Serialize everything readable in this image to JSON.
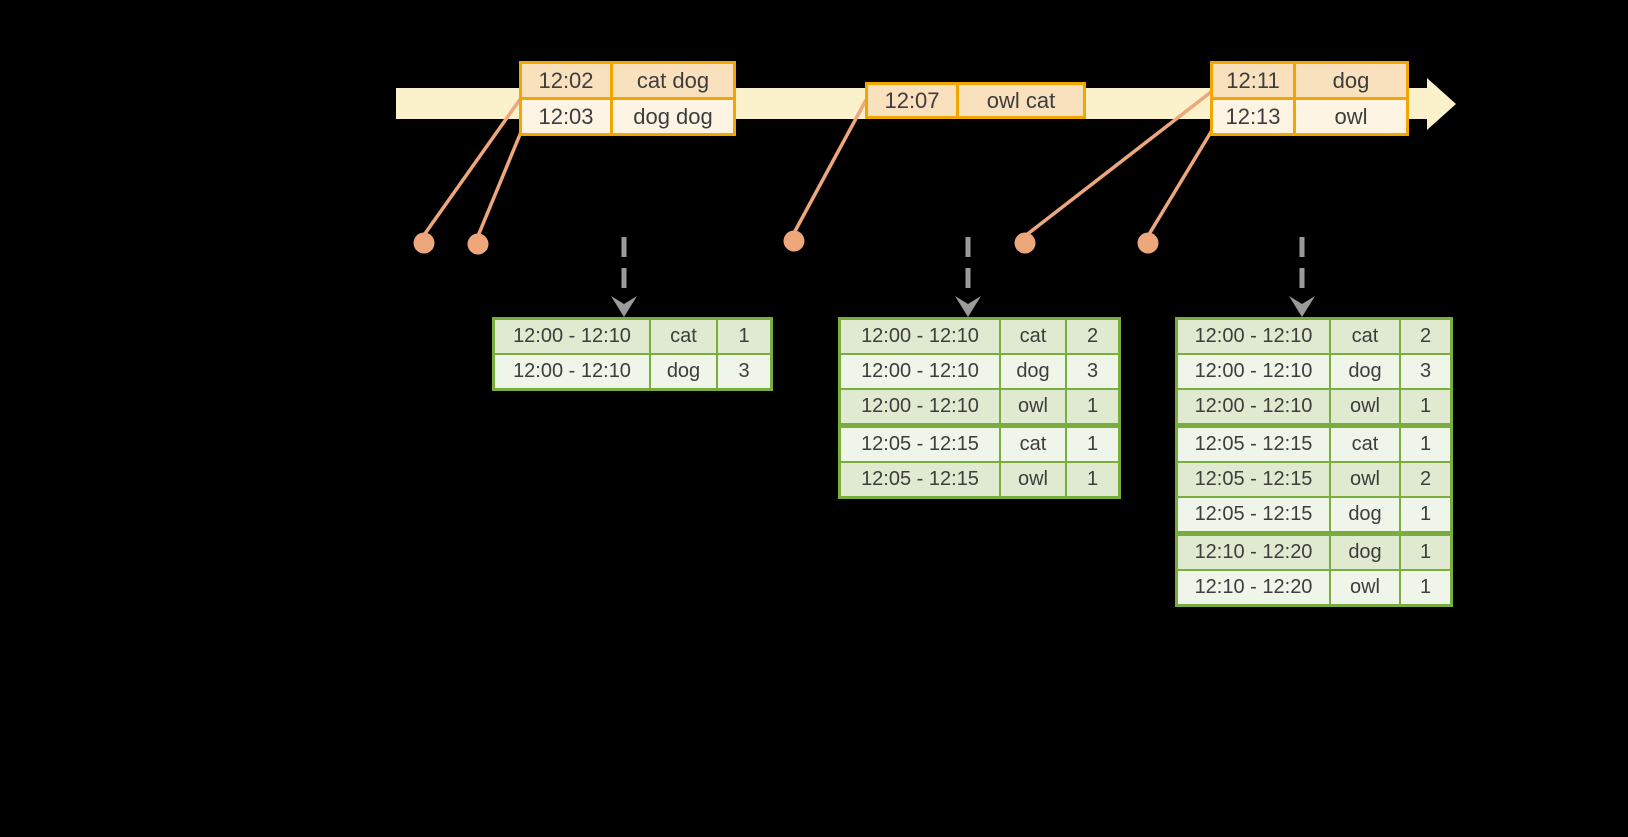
{
  "colors": {
    "bg": "#000000",
    "band": "#FBF1CA",
    "orange": "#F1A602",
    "peach": "#FAE1BE",
    "cream": "#FDF4E4",
    "salmon": "#EDA77B",
    "gray": "#9B9B9B",
    "green": "#79AE3F",
    "green_dark": "#E0EAD1",
    "green_light": "#F0F5EA",
    "ink": "#3D3D3D"
  },
  "timeline": {
    "kind": "horizontal-arrow-band"
  },
  "event_tables": [
    {
      "rows": [
        {
          "time": "12:02",
          "words": "cat dog"
        },
        {
          "time": "12:03",
          "words": "dog dog"
        }
      ]
    },
    {
      "rows": [
        {
          "time": "12:07",
          "words": "owl cat"
        }
      ]
    },
    {
      "rows": [
        {
          "time": "12:11",
          "words": "dog"
        },
        {
          "time": "12:13",
          "words": "owl"
        }
      ]
    }
  ],
  "result_tables": [
    {
      "rows": [
        {
          "window": "12:00 - 12:10",
          "word": "cat",
          "count": "1"
        },
        {
          "window": "12:00 - 12:10",
          "word": "dog",
          "count": "3"
        }
      ],
      "group_starts": []
    },
    {
      "rows": [
        {
          "window": "12:00 - 12:10",
          "word": "cat",
          "count": "2"
        },
        {
          "window": "12:00 - 12:10",
          "word": "dog",
          "count": "3"
        },
        {
          "window": "12:00 - 12:10",
          "word": "owl",
          "count": "1"
        },
        {
          "window": "12:05 - 12:15",
          "word": "cat",
          "count": "1"
        },
        {
          "window": "12:05 - 12:15",
          "word": "owl",
          "count": "1"
        }
      ],
      "group_starts": [
        3
      ]
    },
    {
      "rows": [
        {
          "window": "12:00 - 12:10",
          "word": "cat",
          "count": "2"
        },
        {
          "window": "12:00 - 12:10",
          "word": "dog",
          "count": "3"
        },
        {
          "window": "12:00 - 12:10",
          "word": "owl",
          "count": "1"
        },
        {
          "window": "12:05 - 12:15",
          "word": "cat",
          "count": "1"
        },
        {
          "window": "12:05 - 12:15",
          "word": "owl",
          "count": "2"
        },
        {
          "window": "12:05 - 12:15",
          "word": "dog",
          "count": "1"
        },
        {
          "window": "12:10 - 12:20",
          "word": "dog",
          "count": "1"
        },
        {
          "window": "12:10 - 12:20",
          "word": "owl",
          "count": "1"
        }
      ],
      "group_starts": [
        3,
        6
      ]
    }
  ]
}
